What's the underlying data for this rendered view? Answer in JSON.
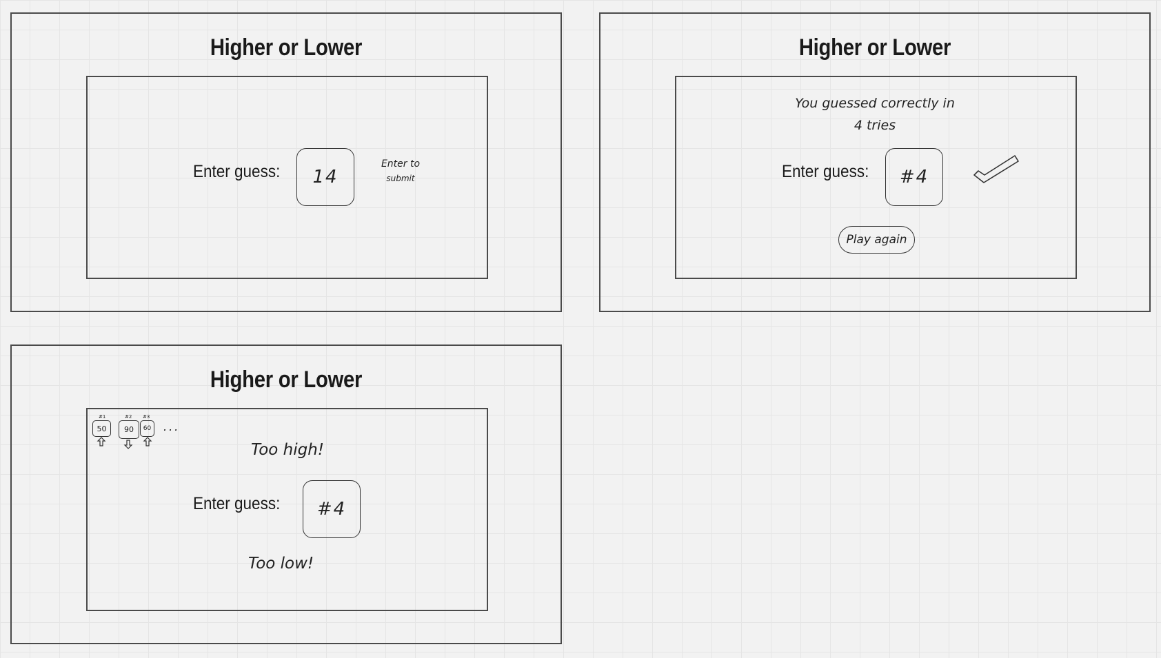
{
  "screens": [
    {
      "title": "Higher or Lower",
      "guess_label": "Enter guess:",
      "guess_value": "14",
      "hint_line1": "Enter to",
      "hint_line2": "submit"
    },
    {
      "title": "Higher or Lower",
      "message_line1": "You guessed correctly in",
      "message_line2": "4 tries",
      "guess_label": "Enter guess:",
      "guess_value": "#4",
      "check_icon": "checkmark-icon",
      "play_again_label": "Play again"
    },
    {
      "title": "Higher or Lower",
      "history": [
        {
          "num": "#1",
          "value": "50",
          "direction": "up"
        },
        {
          "num": "#2",
          "value": "90",
          "direction": "down"
        },
        {
          "num": "#3",
          "value": "60",
          "direction": "up"
        }
      ],
      "history_more": "...",
      "too_high": "Too high!",
      "guess_label": "Enter guess:",
      "guess_value": "#4",
      "too_low": "Too low!"
    }
  ]
}
